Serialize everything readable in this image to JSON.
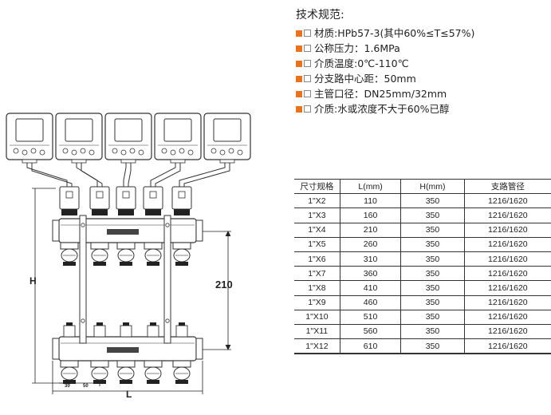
{
  "specs": {
    "title": "技术规范:",
    "items": [
      "材质:HPb57-3(其中60%≤T≤57%)",
      "公称压力：1.6MPa",
      "介质温度:0℃-110℃",
      "分支路中心距：50mm",
      "主管口径：DN25mm/32mm",
      "介质:水或浓度不大于60%已醇"
    ],
    "bullet_color": "#e8731f"
  },
  "table": {
    "headers": [
      "尺寸规格",
      "L(mm)",
      "H(mm)",
      "支路管径"
    ],
    "rows": [
      [
        "1\"X2",
        "110",
        "350",
        "1216/1620"
      ],
      [
        "1\"X3",
        "160",
        "350",
        "1216/1620"
      ],
      [
        "1\"X4",
        "210",
        "350",
        "1216/1620"
      ],
      [
        "1\"X5",
        "260",
        "350",
        "1216/1620"
      ],
      [
        "1\"X6",
        "310",
        "350",
        "1216/1620"
      ],
      [
        "1\"X7",
        "360",
        "350",
        "1216/1620"
      ],
      [
        "1\"X8",
        "410",
        "350",
        "1216/1620"
      ],
      [
        "1\"X9",
        "460",
        "350",
        "1216/1620"
      ],
      [
        "1\"X10",
        "510",
        "350",
        "1216/1620"
      ],
      [
        "1\"X11",
        "560",
        "350",
        "1216/1620"
      ],
      [
        "1\"X12",
        "610",
        "350",
        "1216/1620"
      ]
    ]
  },
  "drawing": {
    "dim_h": "H",
    "dim_210": "210",
    "dim_l": "L",
    "dim_30": "30",
    "dim_50": "50",
    "thermostat_count": 5,
    "outlet_count": 5
  }
}
